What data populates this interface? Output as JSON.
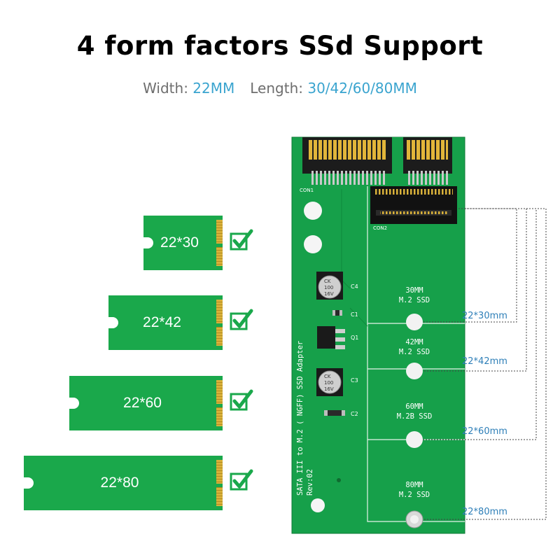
{
  "title": "4 form factors SSd Support",
  "subtitle": {
    "width_label": "Width:",
    "width_value": "22MM",
    "length_label": "Length:",
    "length_value": "30/42/60/80MM"
  },
  "colors": {
    "pcb_green": "#1aa84b",
    "gold_pin": "#d9b13a",
    "accent_blue": "#3aa4cf",
    "label_blue": "#2e7fb8",
    "check_green": "#1aa84b"
  },
  "cards": [
    {
      "label": "22*30"
    },
    {
      "label": "22*42"
    },
    {
      "label": "22*60"
    },
    {
      "label": "22*80"
    }
  ],
  "board": {
    "silkscreen_main": "SATA III to M.2 ( NGFF) SSD Adapter",
    "revision": "Rev:02",
    "con1": "CON1",
    "con2": "CON2",
    "q1": "Q1",
    "c1": "C1",
    "c2": "C2",
    "c3": "C3",
    "c4": "C4",
    "capacitor_text": [
      "CK",
      "100",
      "16V"
    ],
    "slots": [
      {
        "line1": "30MM",
        "line2": "M.2  SSD"
      },
      {
        "line1": "42MM",
        "line2": "M.2  SSD"
      },
      {
        "line1": "60MM",
        "line2": "M.2B  SSD"
      },
      {
        "line1": "80MM",
        "line2": "M.2  SSD"
      }
    ]
  },
  "length_labels": [
    "22*30mm",
    "22*42mm",
    "22*60mm",
    "22*80mm"
  ]
}
